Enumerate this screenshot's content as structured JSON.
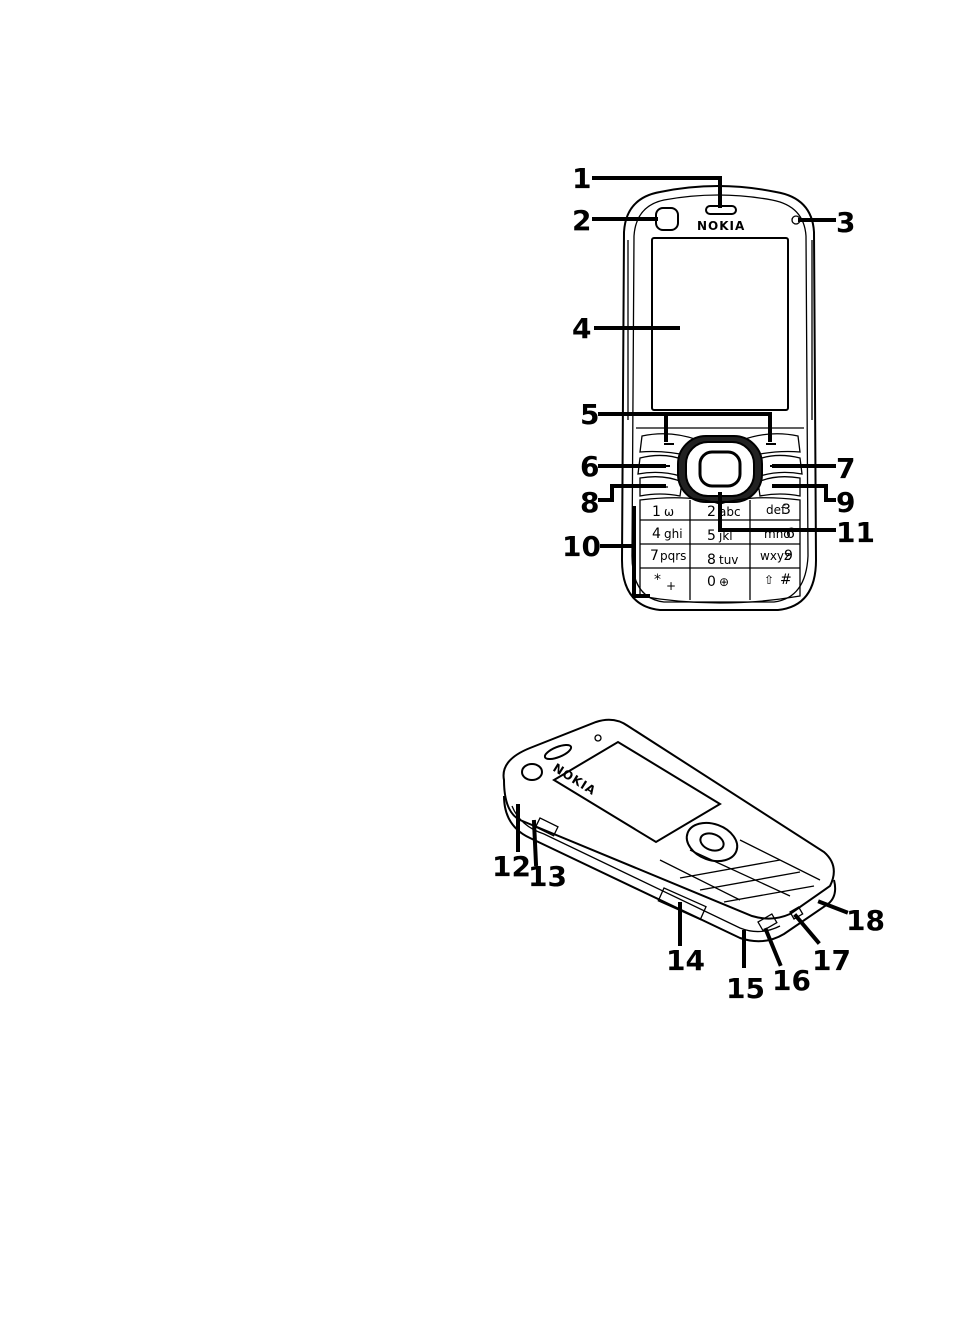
{
  "front_view": {
    "brand": "NOKIA",
    "keys": [
      {
        "id": "k1",
        "label": "1",
        "sub": "ω"
      },
      {
        "id": "k2",
        "label": "2",
        "sub": "abc"
      },
      {
        "id": "k3",
        "label": "3",
        "sub": "def"
      },
      {
        "id": "k4",
        "label": "4",
        "sub": "ghi"
      },
      {
        "id": "k5",
        "label": "5",
        "sub": "jkl"
      },
      {
        "id": "k6",
        "label": "6",
        "sub": "mno"
      },
      {
        "id": "k7",
        "label": "7",
        "sub": "pqrs"
      },
      {
        "id": "k8",
        "label": "8",
        "sub": "tuv"
      },
      {
        "id": "k9",
        "label": "9",
        "sub": "wxyz"
      },
      {
        "id": "kstar",
        "label": "*",
        "sub": "+"
      },
      {
        "id": "k0",
        "label": "0",
        "sub": "⊕"
      },
      {
        "id": "khash",
        "label": "#",
        "sub": "⇧"
      }
    ],
    "callouts": [
      "1",
      "2",
      "3",
      "4",
      "5",
      "6",
      "7",
      "8",
      "9",
      "10",
      "11"
    ]
  },
  "side_view": {
    "brand": "NOKIA",
    "callouts": [
      "12",
      "13",
      "14",
      "15",
      "16",
      "17",
      "18"
    ]
  }
}
